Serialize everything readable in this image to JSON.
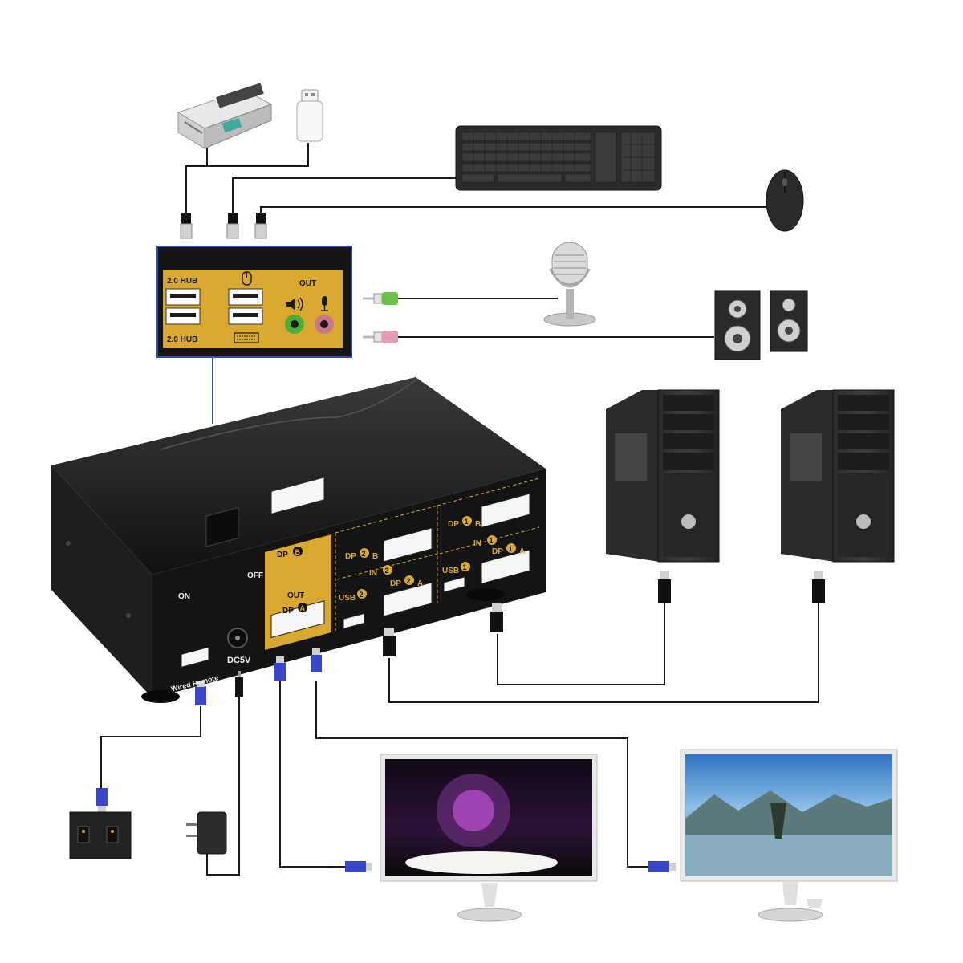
{
  "front_panel": {
    "hub_top": "2.0 HUB",
    "hub_bottom": "2.0 HUB",
    "out": "OUT"
  },
  "kvm_back": {
    "on": "ON",
    "off": "OFF",
    "dp_b_out": "DP",
    "dp_b_letter": "B",
    "out": "OUT",
    "dp_a_out": "DP",
    "dp_a_letter": "A",
    "dp2b": "DP",
    "dp2b_num": "2",
    "dp2b_letter": "B",
    "in2": "IN",
    "in2_num": "2",
    "usb2": "USB",
    "usb2_num": "2",
    "dp2a": "DP",
    "dp2a_num": "2",
    "dp2a_letter": "A",
    "dp1b": "DP",
    "dp1b_num": "1",
    "dp1b_letter": "B",
    "in1": "IN",
    "in1_num": "1",
    "usb1": "USB",
    "usb1_num": "1",
    "dp1a": "DP",
    "dp1a_num": "1",
    "dp1a_letter": "A",
    "dc5v": "DC5V",
    "wired_remote": "Wired Remote"
  },
  "colors": {
    "gold": "#d9a82e",
    "cable": "#1a1a1a",
    "hub_link": "#2a4fa8",
    "mic_jack": "#4caf3a",
    "spk_jack": "#c9788a",
    "usb_blue": "#3b47c9"
  }
}
